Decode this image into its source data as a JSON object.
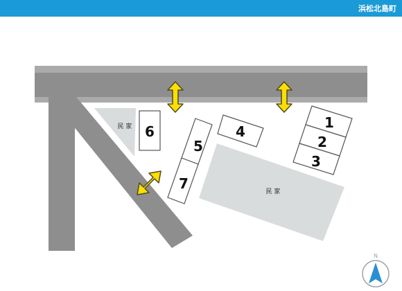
{
  "header": {
    "area_name": "浜松北島町"
  },
  "map": {
    "house_label_small": "民 家",
    "house_label_large": "民 家",
    "spaces": [
      "1",
      "2",
      "3",
      "4",
      "5",
      "6",
      "7"
    ],
    "compass": {
      "north_label": "N"
    },
    "colors": {
      "header_bg": "#1a9ad6",
      "road": "#8e8e8e",
      "house_fill": "#d9dcdd",
      "arrow_fill": "#ffde00",
      "arrow_stroke": "#4a4a2a",
      "compass": "#2a8fd2"
    }
  }
}
